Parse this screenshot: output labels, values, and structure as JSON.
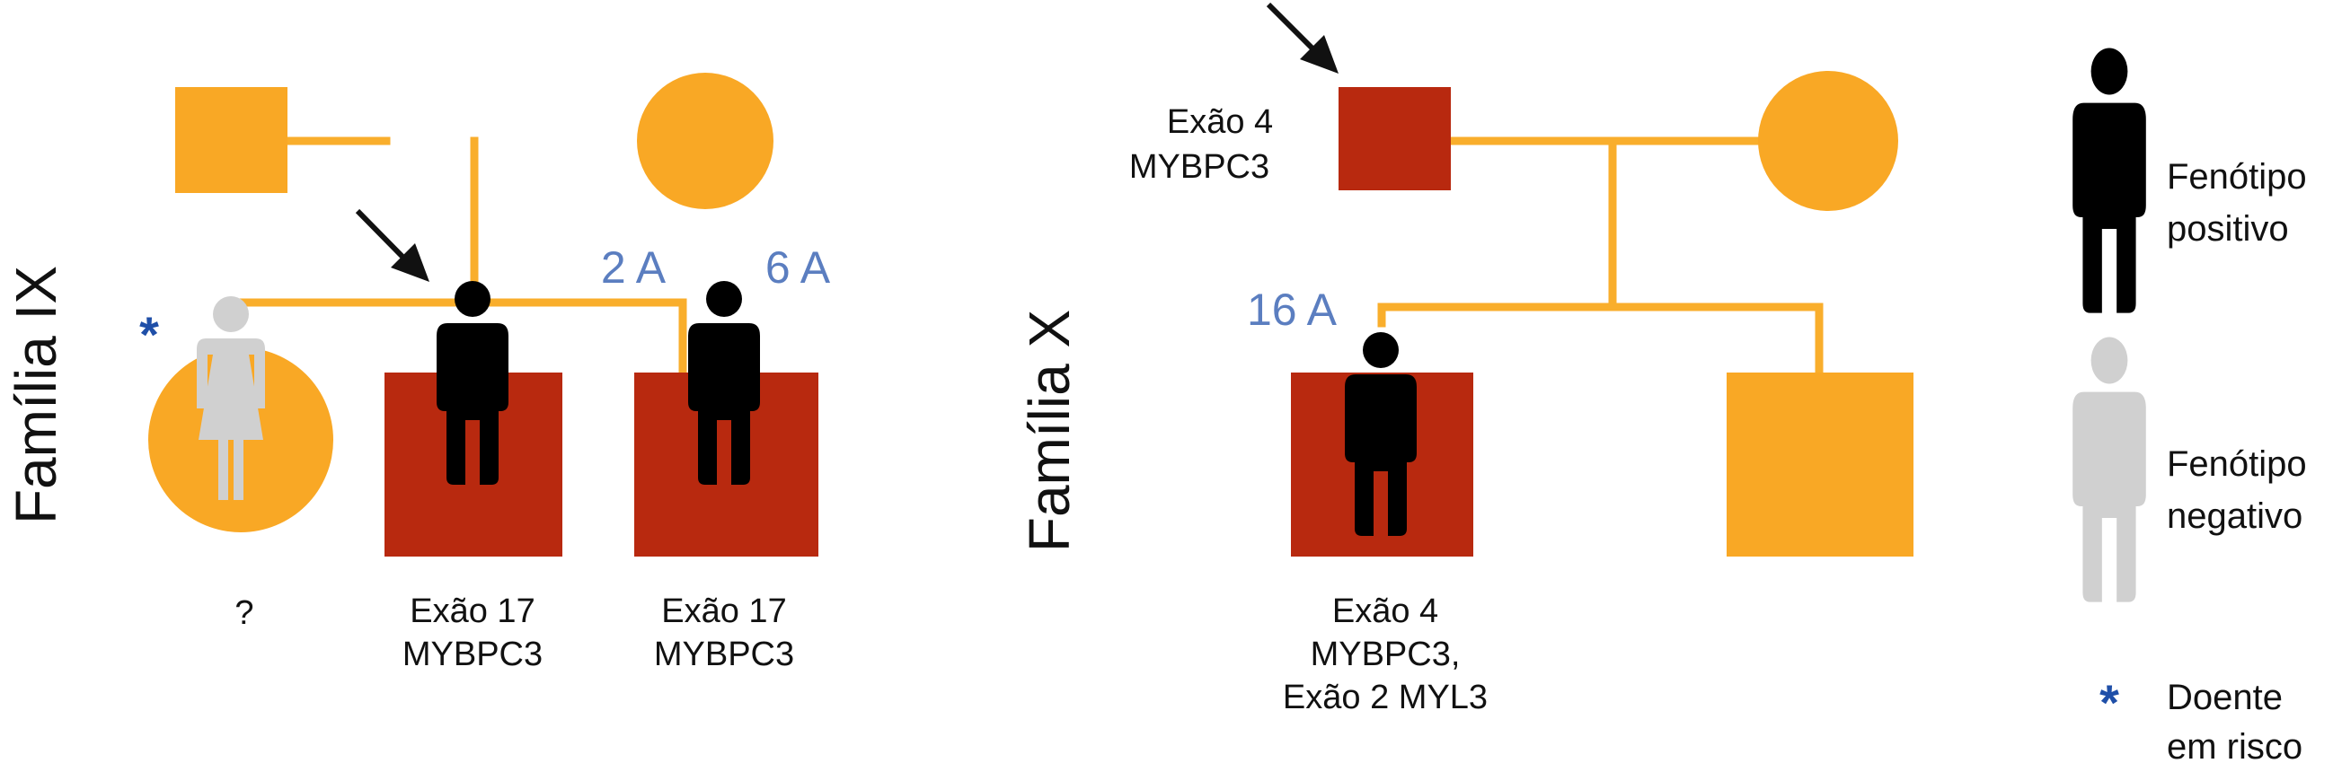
{
  "colors": {
    "unaffected": "#F9A825",
    "affected": "#B8290F",
    "line": "#F9AE2C",
    "phenotype_positive": "#000000",
    "phenotype_negative": "#D0D0D0",
    "age_label": "#5B7EC0",
    "at_risk_marker": "#1F4FA8",
    "text": "#111111"
  },
  "family_ix": {
    "title": "Família IX",
    "children": [
      {
        "age": "",
        "gene_line1": "?",
        "gene_line2": "",
        "gene_line3": ""
      },
      {
        "age": "2 A",
        "gene_line1": "Exão 17",
        "gene_line2": "MYBPC3",
        "gene_line3": ""
      },
      {
        "age": "6 A",
        "gene_line1": "Exão 17",
        "gene_line2": "MYBPC3",
        "gene_line3": ""
      }
    ]
  },
  "family_x": {
    "title": "Família X",
    "father_gene_line1": "Exão 4",
    "father_gene_line2": "MYBPC3",
    "child_age": "16 A",
    "child_gene_line1": "Exão 4",
    "child_gene_line2": "MYBPC3,",
    "child_gene_line3": "Exão 2 MYL3"
  },
  "legend": {
    "positive_line1": "Fenótipo",
    "positive_line2": "positivo",
    "negative_line1": "Fenótipo",
    "negative_line2": "negativo",
    "at_risk_symbol": "*",
    "at_risk_line1": "Doente",
    "at_risk_line2": "em risco"
  }
}
